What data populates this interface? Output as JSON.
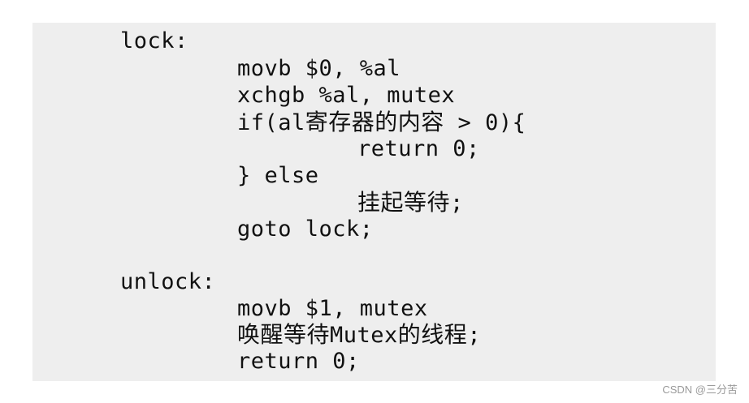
{
  "code": {
    "lock_label": "lock:",
    "lock_body": [
      "movb $0, %al",
      "xchgb %al, mutex"
    ],
    "if_prefix": "if(al",
    "if_cjk": "寄存器的内容",
    "if_suffix": " > 0){",
    "return_true": "return 0;",
    "else_line": "} else",
    "wait_cjk": "挂起等待",
    "wait_suffix": ";",
    "goto_line": "goto lock;",
    "unlock_label": "unlock:",
    "unlock_movb": "movb $1, mutex",
    "wake_cjk_a": "唤醒等待",
    "wake_mutex": "Mutex",
    "wake_cjk_b": "的线程",
    "wake_suffix": ";",
    "unlock_return": "return 0;"
  },
  "watermark": "CSDN @三分苦"
}
